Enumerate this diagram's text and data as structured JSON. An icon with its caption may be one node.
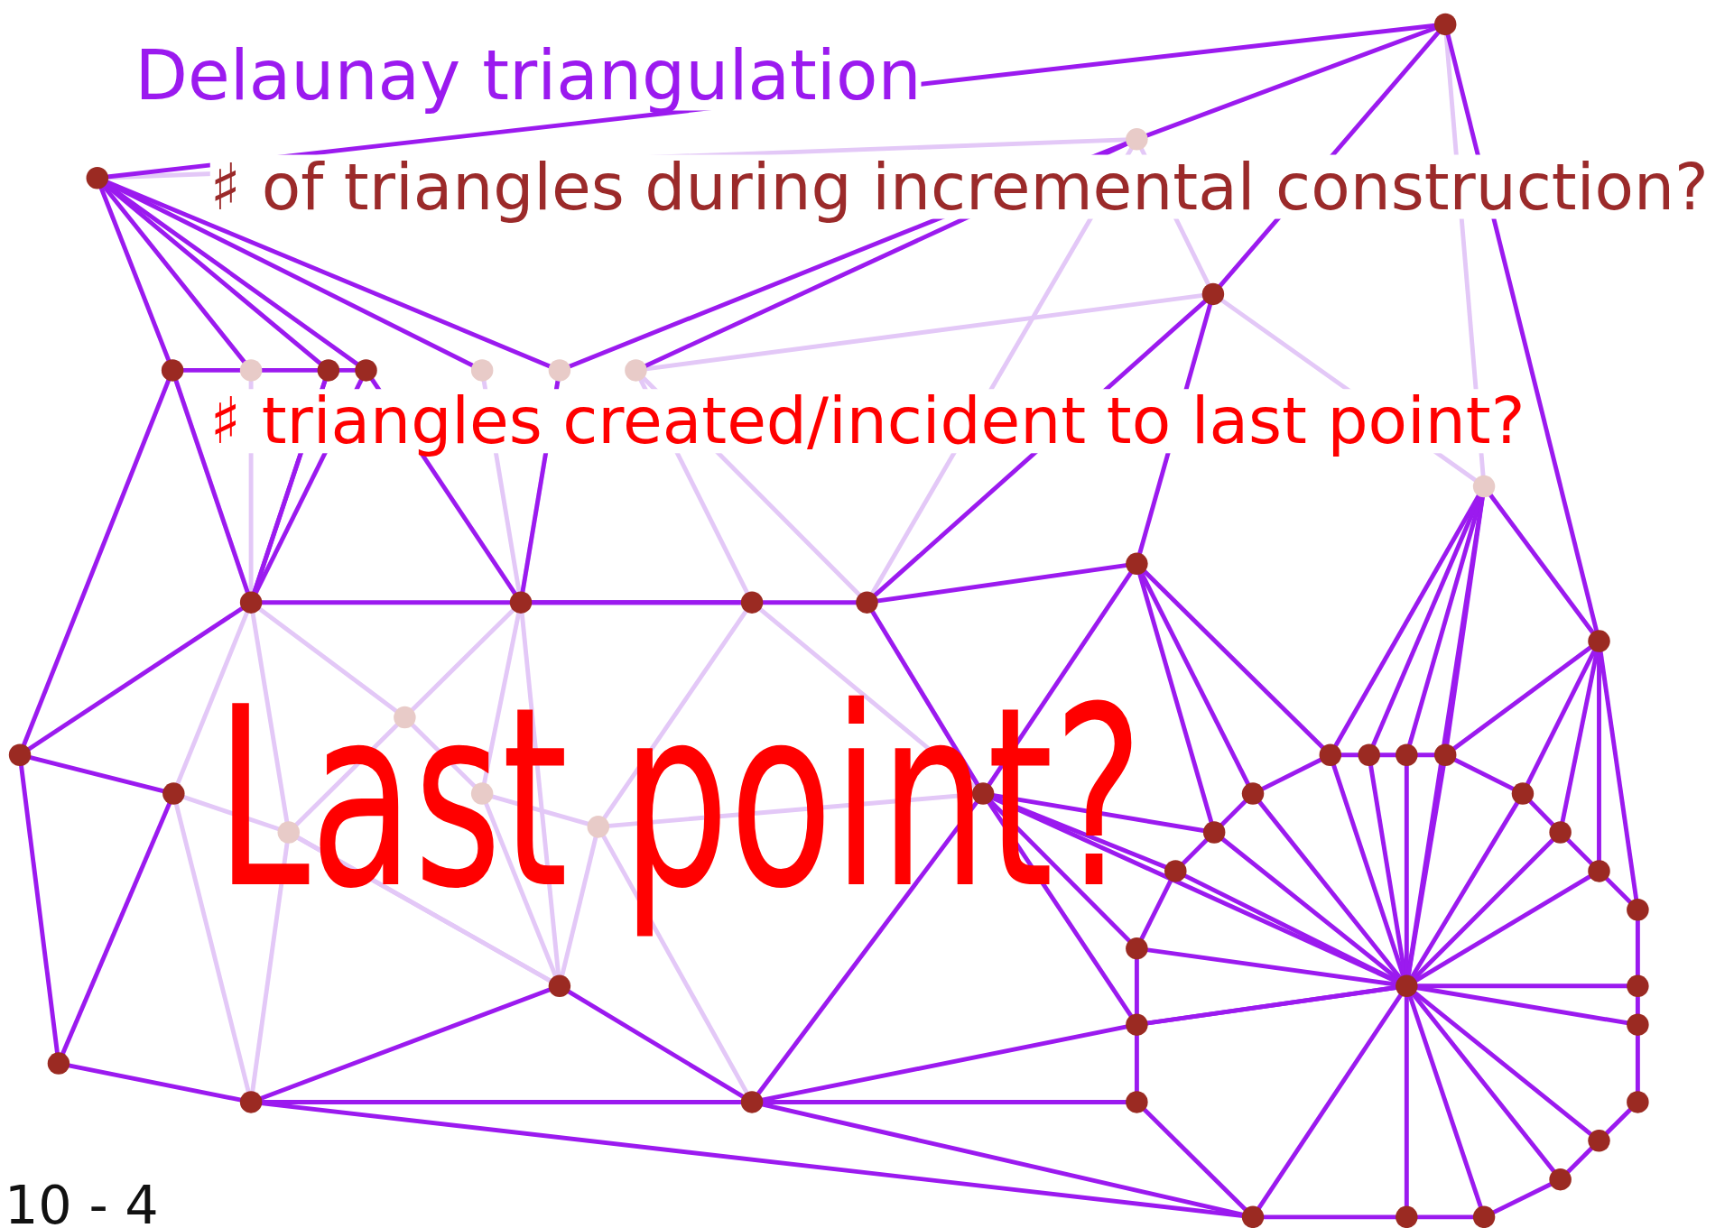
{
  "diagram": {
    "title": "Delaunay triangulation",
    "labels": [
      "♯ of triangles during incremental construction?",
      "♯ triangles created/incident to last point?",
      "Last point?",
      "10 - 4"
    ]
  }
}
